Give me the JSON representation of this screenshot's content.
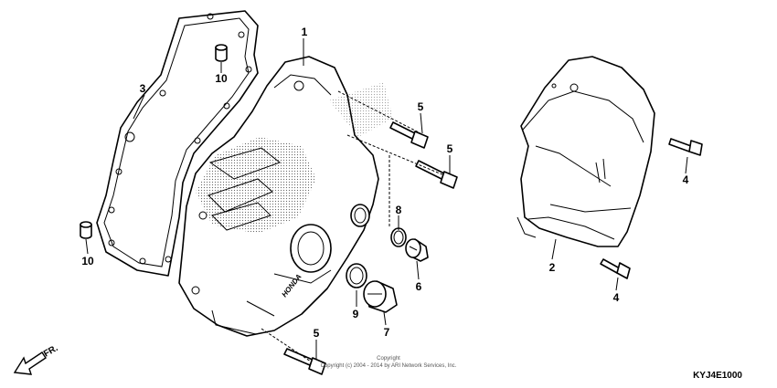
{
  "callouts": [
    {
      "id": "c1",
      "text": "1"
    },
    {
      "id": "c2",
      "text": "2"
    },
    {
      "id": "c3",
      "text": "3"
    },
    {
      "id": "c4a",
      "text": "4"
    },
    {
      "id": "c4b",
      "text": "4"
    },
    {
      "id": "c5a",
      "text": "5"
    },
    {
      "id": "c5b",
      "text": "5"
    },
    {
      "id": "c5c",
      "text": "5"
    },
    {
      "id": "c6",
      "text": "6"
    },
    {
      "id": "c7",
      "text": "7"
    },
    {
      "id": "c8",
      "text": "8"
    },
    {
      "id": "c9",
      "text": "9"
    },
    {
      "id": "c10a",
      "text": "10"
    },
    {
      "id": "c10b",
      "text": "10"
    }
  ],
  "direction_label": "FR.",
  "cover_brand": "HONDA",
  "copyright_line1": "Copyright",
  "copyright_line2": "Copyright (c) 2004 - 2014 by ARI Network Services, Inc.",
  "diagram_code": "KYJ4E1000",
  "colors": {
    "line": "#000000",
    "background": "#ffffff",
    "copyright": "#555555"
  }
}
